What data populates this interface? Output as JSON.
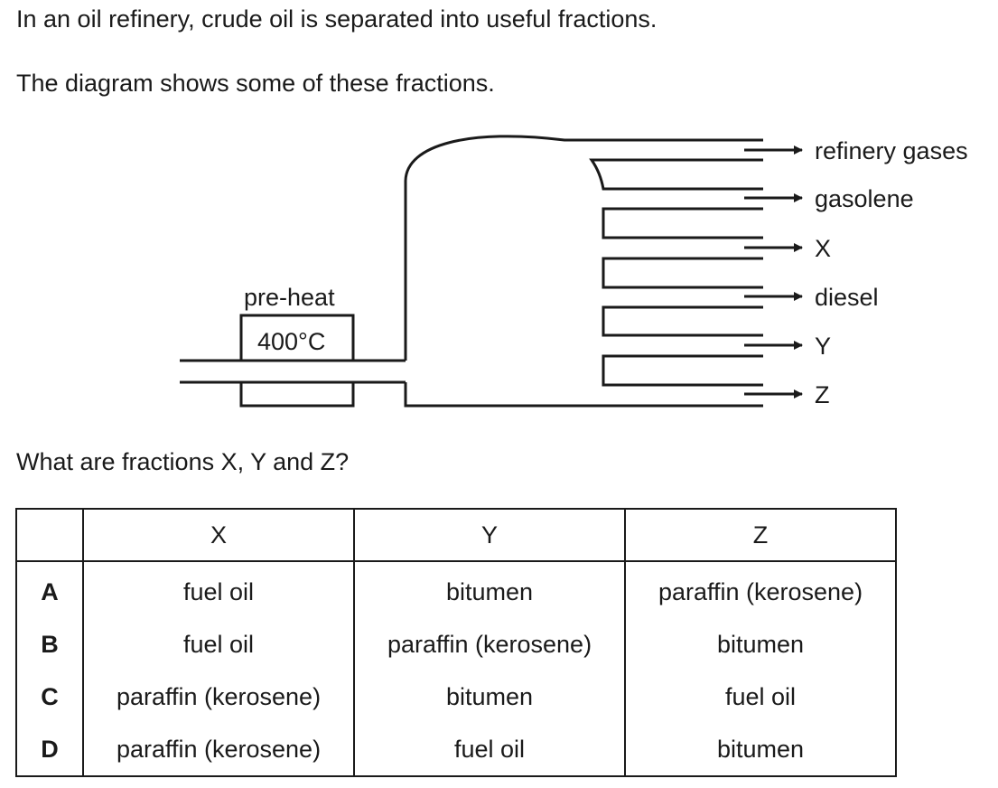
{
  "intro": {
    "line1": "In an oil refinery, crude oil is separated into useful fractions.",
    "line2": "The diagram shows some of these fractions."
  },
  "diagram": {
    "preheat_label": "pre-heat",
    "temperature_label": "400°C",
    "fractions": [
      "refinery gases",
      "gasolene",
      "X",
      "diesel",
      "Y",
      "Z"
    ]
  },
  "question": "What are fractions X, Y and Z?",
  "table": {
    "headers": [
      "",
      "X",
      "Y",
      "Z"
    ],
    "rows": [
      {
        "option": "A",
        "x": "fuel oil",
        "y": "bitumen",
        "z": "paraffin (kerosene)"
      },
      {
        "option": "B",
        "x": "fuel oil",
        "y": "paraffin (kerosene)",
        "z": "bitumen"
      },
      {
        "option": "C",
        "x": "paraffin (kerosene)",
        "y": "bitumen",
        "z": "fuel oil"
      },
      {
        "option": "D",
        "x": "paraffin (kerosene)",
        "y": "fuel oil",
        "z": "bitumen"
      }
    ]
  }
}
